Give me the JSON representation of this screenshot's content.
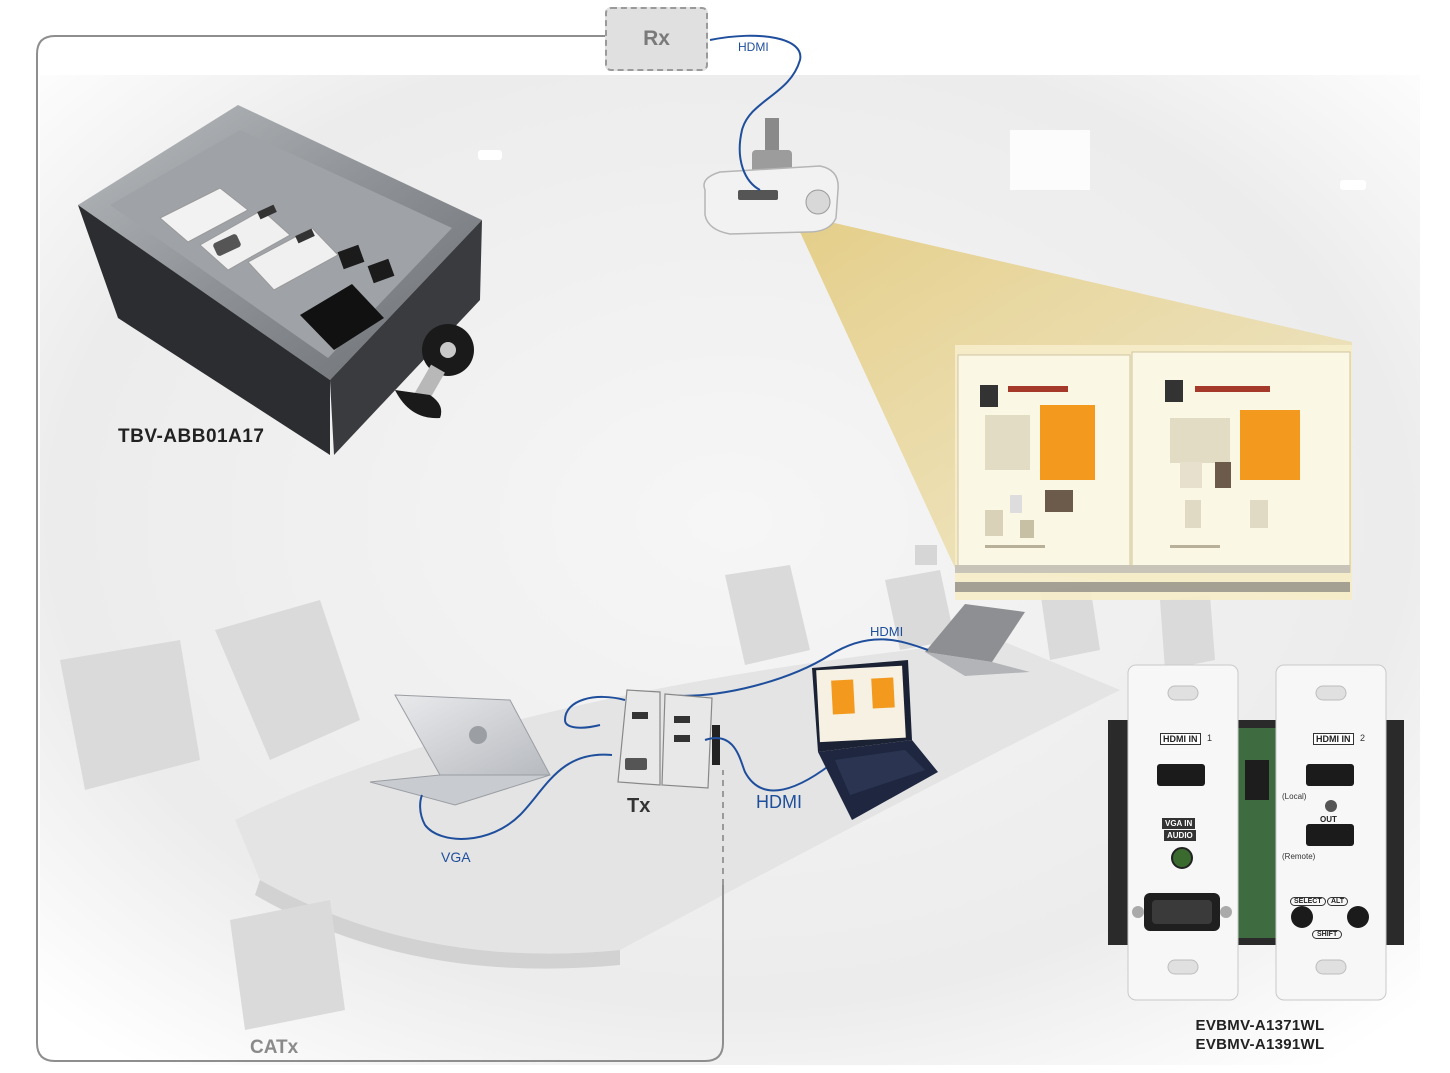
{
  "receiver": {
    "label": "Rx"
  },
  "transmitter": {
    "label": "Tx"
  },
  "link": {
    "label": "CATx"
  },
  "products": {
    "floor_box": "TBV-ABB01A17",
    "wallplate_models": [
      "EVBMV-A1371WL",
      "EVBMV-A1391WL"
    ]
  },
  "cables": {
    "rx_to_projector": "HDMI",
    "laptop_far": "HDMI",
    "laptop_near": "HDMI",
    "laptop_vga": "VGA"
  },
  "wallplate_markings": {
    "hdmi_in_1": "HDMI IN",
    "num_1": "1",
    "vga_in": "VGA IN",
    "audio": "AUDIO",
    "hdmi_in_2": "HDMI IN",
    "num_2": "2",
    "local": "(Local)",
    "out": "OUT",
    "remote": "(Remote)",
    "select": "SELECT",
    "alt": "ALT",
    "shift": "SHIFT"
  },
  "colors": {
    "cable_blue": "#1f4f9c",
    "projection_beam": "#e8d59a",
    "orange_accent": "#f39a1e"
  }
}
